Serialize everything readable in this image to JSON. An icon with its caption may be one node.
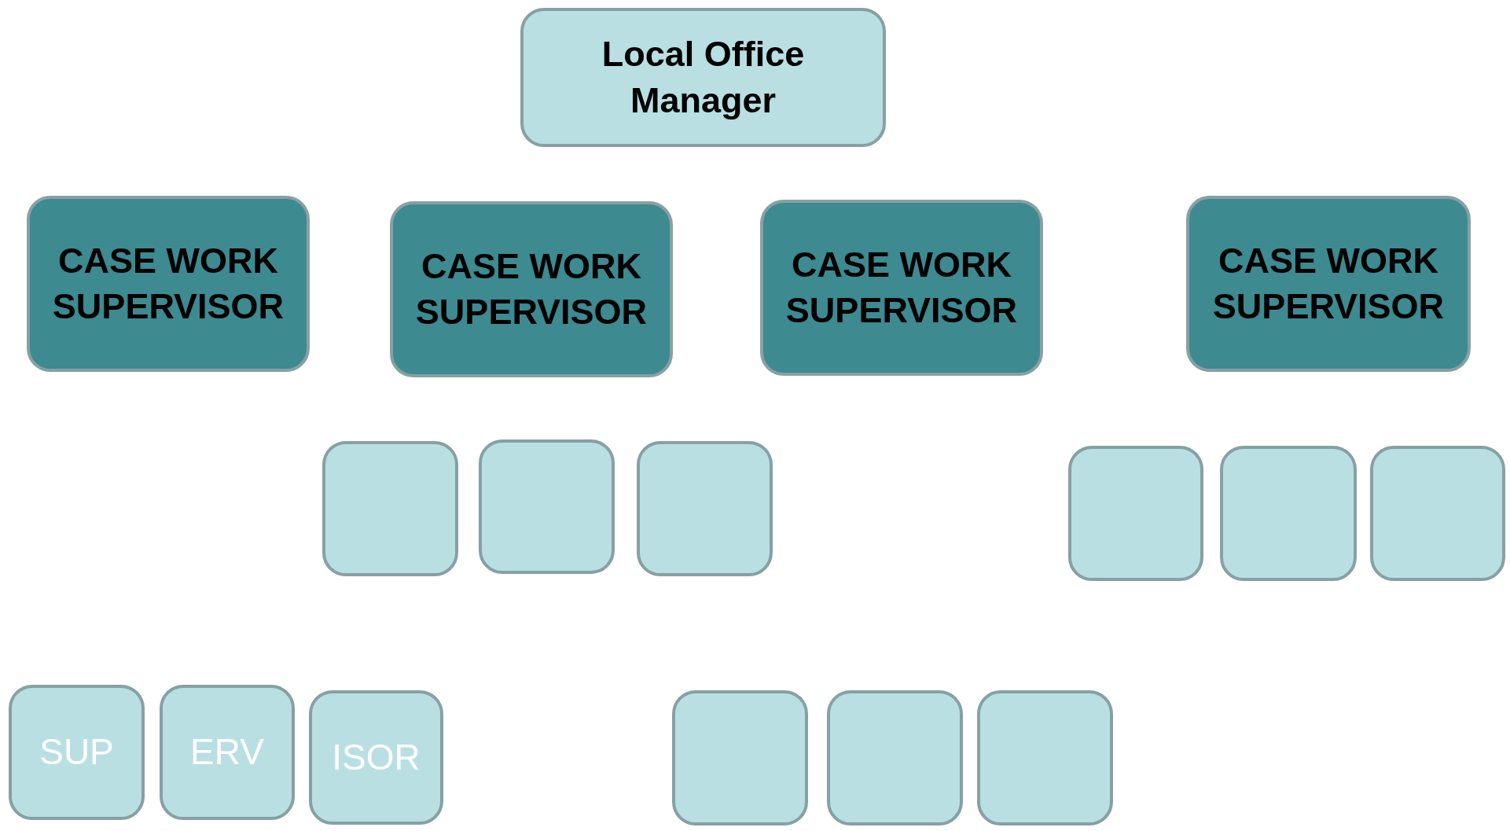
{
  "diagram": {
    "nodes": [
      {
        "text": [
          "Local Office Manager"
        ]
      },
      {
        "text": [
          "CASE WORK SUPERVISOR"
        ]
      },
      {
        "text": [
          "CASE WORK SUPERVISOR"
        ]
      },
      {
        "text": [
          "CASE WORK SUPERVISOR"
        ]
      },
      {
        "text": [
          "CASE WORK SUPERVISOR"
        ]
      },
      {
        "text": [],
        "shape": "box"
      },
      {
        "text": [],
        "shape": "box"
      },
      {
        "text": [],
        "shape": "box"
      },
      {
        "text": [],
        "shape": "box"
      },
      {
        "text": [],
        "shape": "box"
      },
      {
        "text": [],
        "shape": "box"
      },
      {
        "text": [
          "SUP"
        ]
      },
      {
        "text": [
          "ERV"
        ]
      },
      {
        "text": [
          "ISOR"
        ]
      },
      {
        "text": [],
        "shape": "box"
      },
      {
        "text": [],
        "shape": "box"
      },
      {
        "text": [],
        "shape": "box"
      }
    ]
  }
}
